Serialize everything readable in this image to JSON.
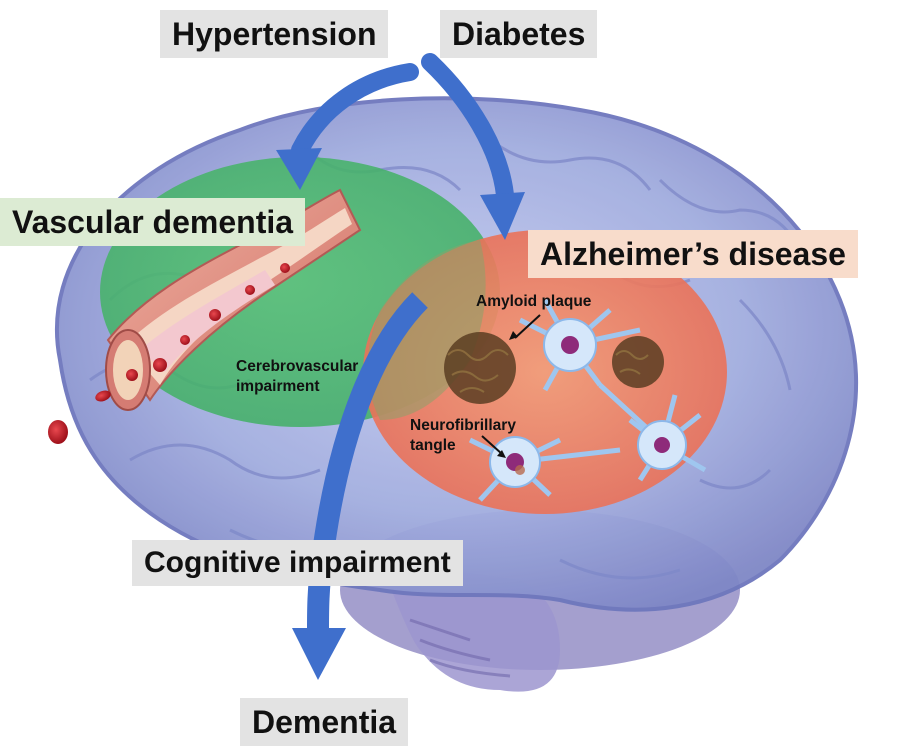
{
  "labels": {
    "hypertension": "Hypertension",
    "diabetes": "Diabetes",
    "vascular_dementia": "Vascular dementia",
    "alzheimers": "Alzheimer’s disease",
    "amyloid_plaque": "Amyloid plaque",
    "cerebrovascular_line1": "Cerebrovascular",
    "cerebrovascular_line2": "impairment",
    "neurofibrillary_line1": "Neurofibrillary",
    "neurofibrillary_line2": "tangle",
    "cognitive_impairment": "Cognitive impairment",
    "dementia": "Dementia"
  },
  "colors": {
    "brain_fill": "#9aa7df",
    "brain_outline": "#7d86c4",
    "vascular_zone": "#5fc27c",
    "alzheimer_zone": "#f07f5d",
    "arrow": "#3f6fcc",
    "vessel_wall": "#e79b8d",
    "red_cell": "#c8202a",
    "neuron": "#cfe3f7",
    "nucleus": "#8e2b7a",
    "plaque": "#6b4b2a"
  }
}
